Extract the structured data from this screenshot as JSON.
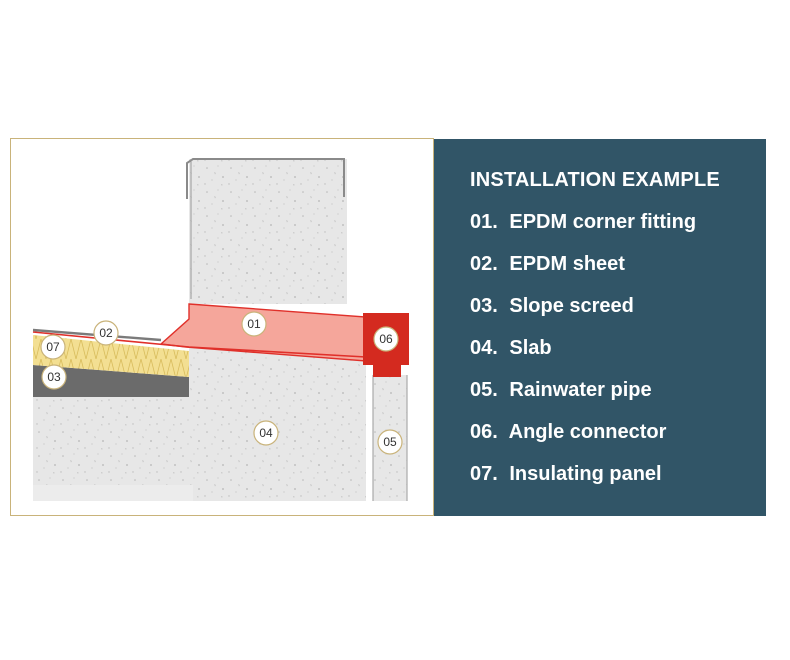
{
  "legend": {
    "title": "INSTALLATION EXAMPLE",
    "items": [
      {
        "number": "01.",
        "label": "EPDM corner fitting"
      },
      {
        "number": "02.",
        "label": "EPDM sheet"
      },
      {
        "number": "03.",
        "label": "Slope screed"
      },
      {
        "number": "04.",
        "label": "Slab"
      },
      {
        "number": "05.",
        "label": "Rainwater pipe"
      },
      {
        "number": "06.",
        "label": "Angle connector"
      },
      {
        "number": "07.",
        "label": "Insulating panel"
      }
    ]
  },
  "markers": {
    "m01": "01",
    "m02": "02",
    "m03": "03",
    "m04": "04",
    "m05": "05",
    "m06": "06",
    "m07": "07"
  },
  "colors": {
    "panel_background": "#315567",
    "frame_border": "#c9b37a",
    "concrete": "#e8e8e8",
    "epdm_fitting": "#f5a69b",
    "angle_connector": "#d42a1f",
    "insulation": "#f2de8f",
    "screed": "#6b6b6b"
  }
}
